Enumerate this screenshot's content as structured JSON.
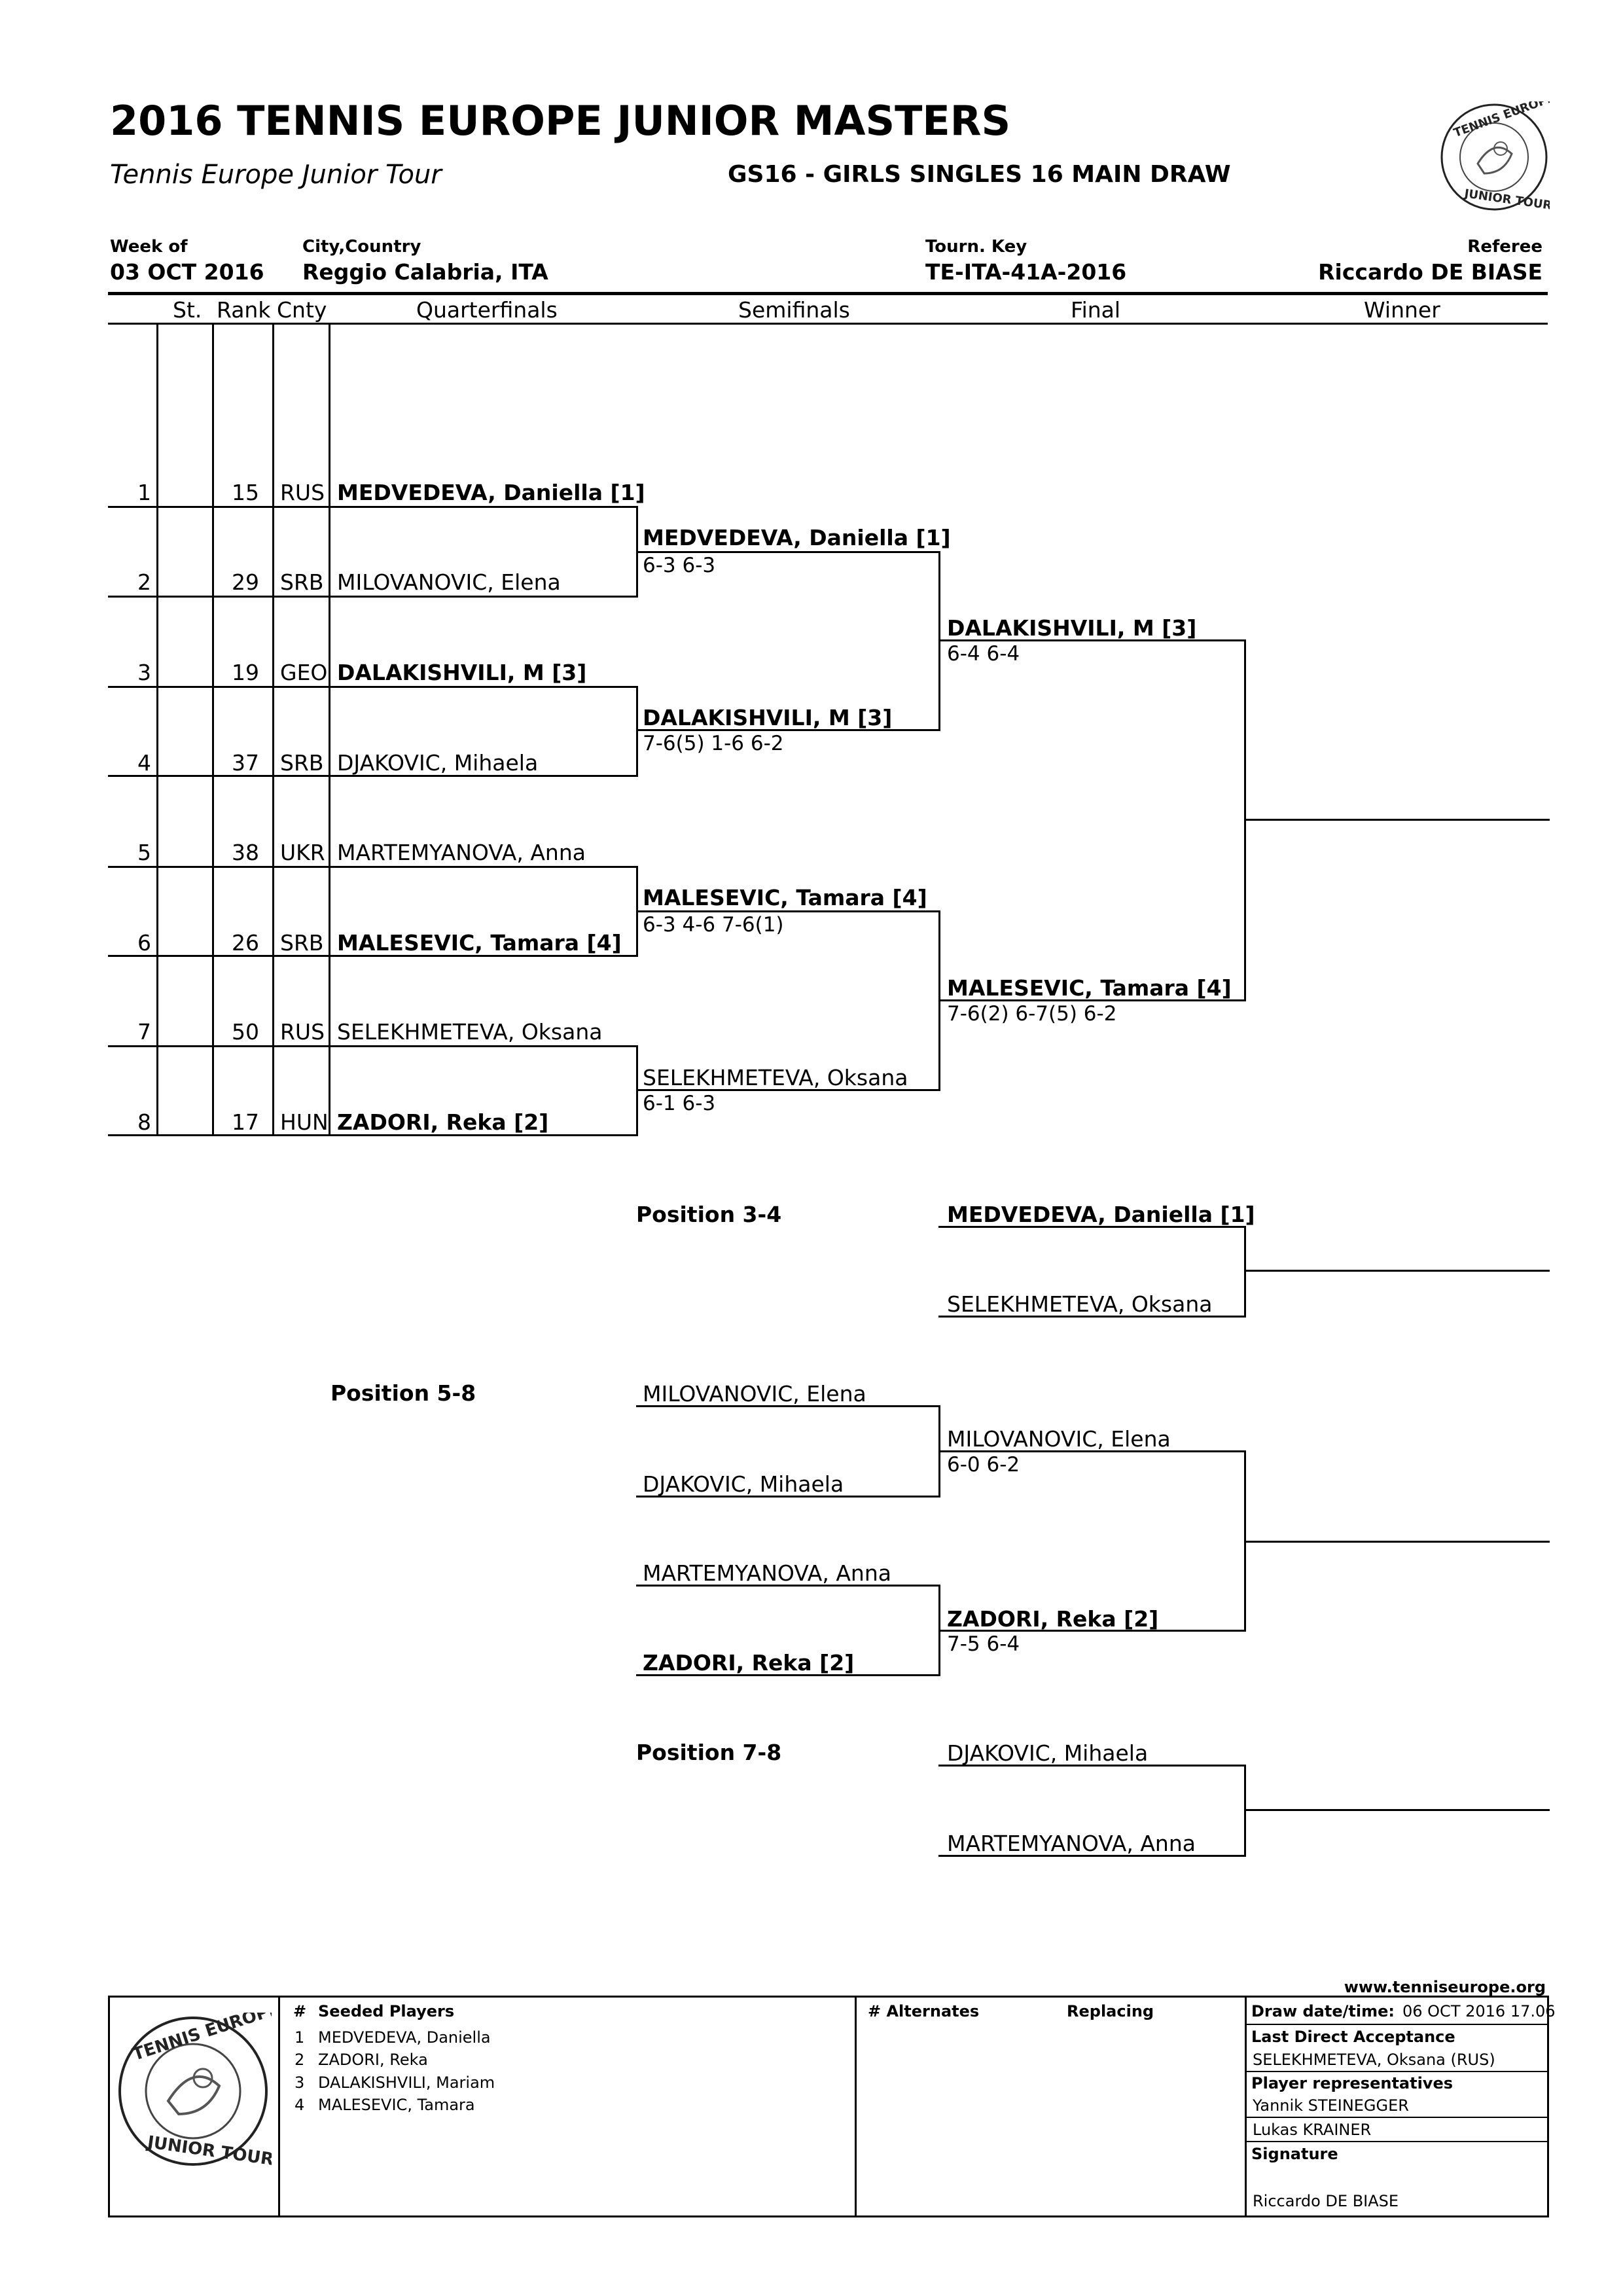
{
  "header": {
    "title": "2016 TENNIS EUROPE JUNIOR MASTERS",
    "tour": "Tennis Europe Junior Tour",
    "event": "GS16 - GIRLS SINGLES 16 MAIN DRAW",
    "week_label": "Week of",
    "week_value": "03 OCT 2016",
    "city_label": "City,Country",
    "city_value": "Reggio Calabria, ITA",
    "key_label": "Tourn. Key",
    "key_value": "TE-ITA-41A-2016",
    "referee_label": "Referee",
    "referee_value": "Riccardo DE BIASE"
  },
  "logo": {
    "top_text": "TENNIS EUROPE",
    "bottom_text": "JUNIOR TOUR"
  },
  "columns": {
    "st": "St.",
    "rank": "Rank",
    "cnty": "Cnty",
    "qf": "Quarterfinals",
    "sf": "Semifinals",
    "final": "Final",
    "winner": "Winner"
  },
  "draw": [
    {
      "pos": "1",
      "rank": "15",
      "cnty": "RUS",
      "name": "MEDVEDEVA, Daniella [1]"
    },
    {
      "pos": "2",
      "rank": "29",
      "cnty": "SRB",
      "name": "MILOVANOVIC, Elena"
    },
    {
      "pos": "3",
      "rank": "19",
      "cnty": "GEO",
      "name": "DALAKISHVILI, M [3]"
    },
    {
      "pos": "4",
      "rank": "37",
      "cnty": "SRB",
      "name": "DJAKOVIC, Mihaela"
    },
    {
      "pos": "5",
      "rank": "38",
      "cnty": "UKR",
      "name": "MARTEMYANOVA, Anna"
    },
    {
      "pos": "6",
      "rank": "26",
      "cnty": "SRB",
      "name": "MALESEVIC, Tamara [4]"
    },
    {
      "pos": "7",
      "rank": "50",
      "cnty": "RUS",
      "name": "SELEKHMETEVA, Oksana"
    },
    {
      "pos": "8",
      "rank": "17",
      "cnty": "HUN",
      "name": "ZADORI, Reka [2]"
    }
  ],
  "semifinals": [
    {
      "name": "MEDVEDEVA, Daniella [1]",
      "score": "6-3 6-3"
    },
    {
      "name": "DALAKISHVILI, M [3]",
      "score": "7-6(5) 1-6 6-2"
    },
    {
      "name": "MALESEVIC, Tamara [4]",
      "score": "6-3 4-6 7-6(1)"
    },
    {
      "name": "SELEKHMETEVA, Oksana",
      "score": "6-1 6-3"
    }
  ],
  "final": [
    {
      "name": "DALAKISHVILI, M [3]",
      "score": "6-4 6-4"
    },
    {
      "name": "MALESEVIC, Tamara [4]",
      "score": "7-6(2) 6-7(5) 6-2"
    }
  ],
  "pos34": {
    "label": "Position 3-4",
    "p1": "MEDVEDEVA, Daniella [1]",
    "p2": "SELEKHMETEVA, Oksana"
  },
  "pos58": {
    "label": "Position 5-8",
    "r1": [
      "MILOVANOVIC, Elena",
      "DJAKOVIC, Mihaela",
      "MARTEMYANOVA, Anna",
      "ZADORI, Reka [2]"
    ],
    "w1": {
      "name": "MILOVANOVIC, Elena",
      "score": "6-0 6-2"
    },
    "w2": {
      "name": "ZADORI, Reka [2]",
      "score": "7-5 6-4"
    }
  },
  "pos78": {
    "label": "Position 7-8",
    "p1": "DJAKOVIC, Mihaela",
    "p2": "MARTEMYANOVA, Anna"
  },
  "footer": {
    "website": "www.tenniseurope.org",
    "seeded_hash": "#",
    "seeded_title": "Seeded Players",
    "seeds": [
      {
        "n": "1",
        "name": "MEDVEDEVA, Daniella"
      },
      {
        "n": "2",
        "name": "ZADORI, Reka"
      },
      {
        "n": "3",
        "name": "DALAKISHVILI, Mariam"
      },
      {
        "n": "4",
        "name": "MALESEVIC, Tamara"
      }
    ],
    "alternates": "# Alternates",
    "replacing": "Replacing",
    "draw_date_label": "Draw date/time:",
    "draw_date_value": "06 OCT 2016 17.06",
    "lda_label": "Last Direct Acceptance",
    "lda_value": "SELEKHMETEVA, Oksana (RUS)",
    "reps_label": "Player representatives",
    "rep1": "Yannik STEINEGGER",
    "rep2": "Lukas KRAINER",
    "signature_label": "Signature",
    "signature_value": "Riccardo DE BIASE"
  }
}
